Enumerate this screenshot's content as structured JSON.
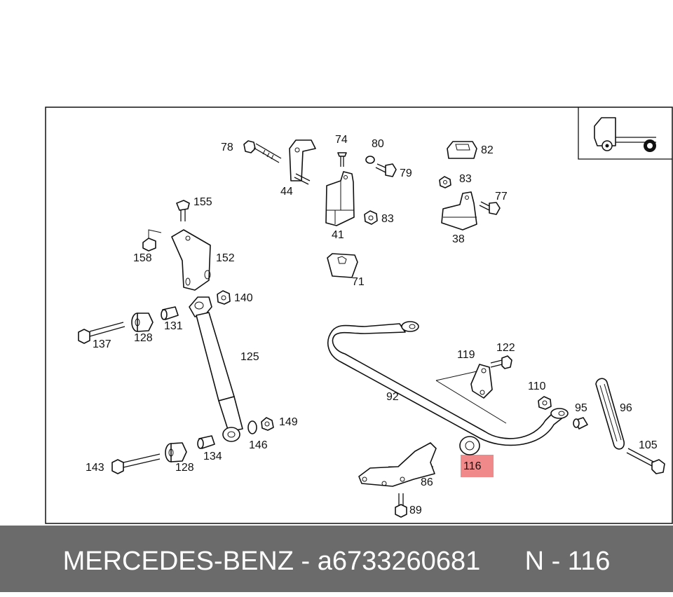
{
  "labels": {
    "p78": "78",
    "p44": "44",
    "p74": "74",
    "p80": "80",
    "p79": "79",
    "p82": "82",
    "p83a": "83",
    "p77": "77",
    "p41": "41",
    "p83b": "83",
    "p38": "38",
    "p155": "155",
    "p158": "158",
    "p152": "152",
    "p71": "71",
    "p140": "140",
    "p137": "137",
    "p128a": "128",
    "p131": "131",
    "p125": "125",
    "p119": "119",
    "p122": "122",
    "p92": "92",
    "p110": "110",
    "p95": "95",
    "p96": "96",
    "p149": "149",
    "p146": "146",
    "p143": "143",
    "p128b": "128",
    "p134": "134",
    "p105": "105",
    "p116": "116",
    "p86": "86",
    "p89": "89"
  },
  "highlight_color": "#f08a8a",
  "footer": {
    "brand": "MERCEDES-BENZ",
    "separator": " - ",
    "part_number": "a6733260681",
    "spacer": "      ",
    "position": "N - 116"
  }
}
